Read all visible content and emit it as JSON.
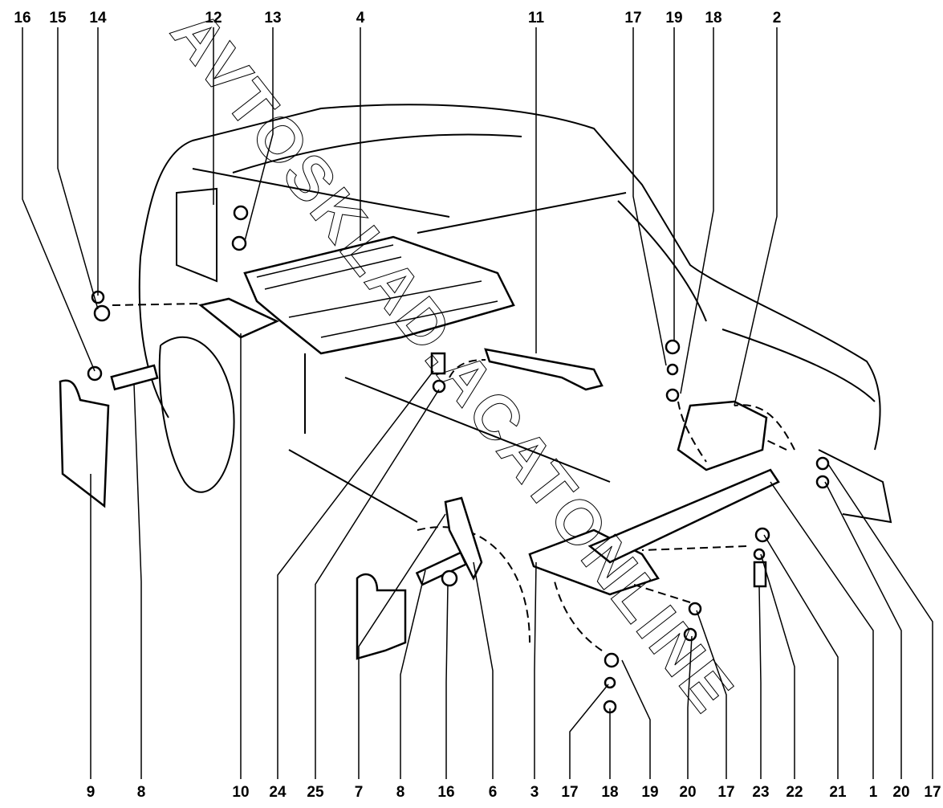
{
  "title": "",
  "watermark": "AVTOSKLAD.ACATONLINE",
  "callouts_top": [
    "16",
    "15",
    "14",
    "12",
    "13",
    "4",
    "11",
    "17",
    "19",
    "18",
    "2"
  ],
  "callouts_bottom": [
    "9",
    "8",
    "10",
    "24",
    "25",
    "7",
    "8",
    "16",
    "6",
    "3",
    "17",
    "18",
    "19",
    "20",
    "17",
    "23",
    "22",
    "21",
    "1",
    "20",
    "17"
  ]
}
